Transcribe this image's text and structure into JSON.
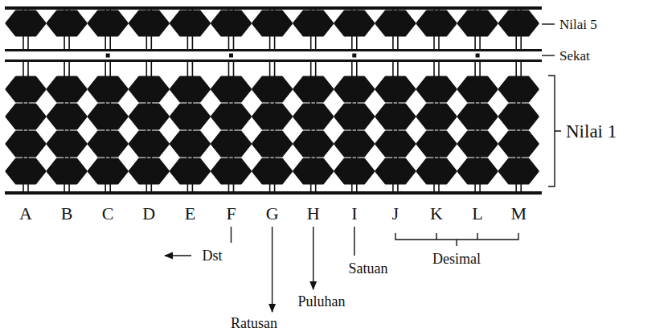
{
  "diagram": {
    "labels": [
      "Nilai 5",
      "Sekat",
      "Nilai 1",
      "A",
      "B",
      "C",
      "D",
      "E",
      "F",
      "G",
      "H",
      "I",
      "J",
      "K",
      "L",
      "M",
      "Dst",
      "Satuan",
      "Desimal",
      "Puluhan",
      "Ratusan"
    ]
  }
}
